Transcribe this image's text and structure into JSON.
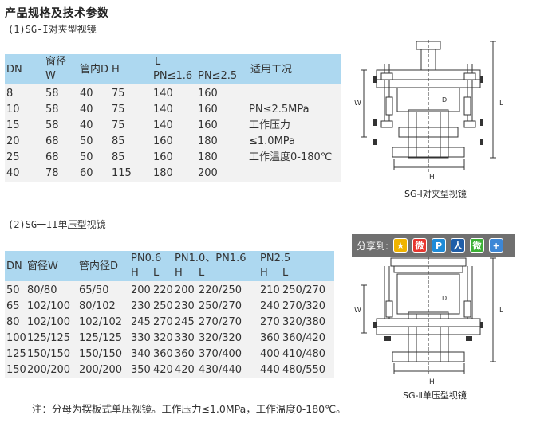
{
  "heading": "产品规格及技术参数",
  "section1": {
    "title": "(1)SG-I对夹型视镜",
    "header": {
      "dn": "DN",
      "window_diam_1": "窗径",
      "window_diam_2": "W",
      "inner_diam": "管内D",
      "h": "H",
      "l": "L",
      "pn16": "PN≤1.6",
      "pn25": "PN≤2.5",
      "condition": "适用工况"
    },
    "rows": [
      {
        "dn": "8",
        "w": "58",
        "d": "40",
        "h": "75",
        "l16": "140",
        "l25": "160",
        "cond": ""
      },
      {
        "dn": "10",
        "w": "58",
        "d": "40",
        "h": "75",
        "l16": "140",
        "l25": "160",
        "cond": "PN≤2.5MPa"
      },
      {
        "dn": "15",
        "w": "58",
        "d": "40",
        "h": "75",
        "l16": "140",
        "l25": "160",
        "cond": "工作压力"
      },
      {
        "dn": "20",
        "w": "68",
        "d": "50",
        "h": "85",
        "l16": "160",
        "l25": "180",
        "cond": "≤1.0MPa"
      },
      {
        "dn": "25",
        "w": "68",
        "d": "50",
        "h": "85",
        "l16": "160",
        "l25": "180",
        "cond": "工作温度0-180℃"
      },
      {
        "dn": "40",
        "w": "78",
        "d": "60",
        "h": "115",
        "l16": "180",
        "l25": "200",
        "cond": ""
      }
    ]
  },
  "section2": {
    "title": "(2)SG一II单压型视镜",
    "header": {
      "dn": "DN",
      "window_diam": "窗径W",
      "inner_diam": "管内径D",
      "pn06": "PN0.6",
      "pn10_16": "PN1.0、PN1.6",
      "pn25": "PN2.5",
      "h": "H",
      "l": "L"
    },
    "rows": [
      {
        "dn": "50",
        "w": "80/80",
        "d": "65/50",
        "h06": "200",
        "l06": "220",
        "h10": "200",
        "l10": "220/250",
        "h25": "210",
        "l25": "250/270"
      },
      {
        "dn": "65",
        "w": "102/100",
        "d": "80/102",
        "h06": "230",
        "l06": "250",
        "h10": "230",
        "l10": "250/270",
        "h25": "240",
        "l25": "270/320"
      },
      {
        "dn": "80",
        "w": "102/100",
        "d": "102/102",
        "h06": "245",
        "l06": "270",
        "h10": "245",
        "l10": "270/270",
        "h25": "270",
        "l25": "320/380"
      },
      {
        "dn": "100",
        "w": "125/125",
        "d": "125/125",
        "h06": "330",
        "l06": "320",
        "h10": "330",
        "l10": "320/320",
        "h25": "360",
        "l25": "360/420"
      },
      {
        "dn": "125",
        "w": "150/150",
        "d": "150/150",
        "h06": "340",
        "l06": "360",
        "h10": "360",
        "l10": "370/400",
        "h25": "400",
        "l25": "410/480"
      },
      {
        "dn": "150",
        "w": "200/200",
        "d": "200/200",
        "h06": "350",
        "l06": "420",
        "h10": "420",
        "l10": "430/440",
        "h25": "440",
        "l25": "480/550"
      }
    ]
  },
  "note": "注：分母为摆板式单压视镜。工作压力≤1.0MPa，工作温度0-180℃。",
  "diagram1": {
    "caption": "SG-Ⅰ对夹型视镜",
    "labels": {
      "w": "W",
      "l": "L",
      "h": "H",
      "d": "D"
    }
  },
  "diagram2": {
    "caption": "SG-Ⅱ单压型视镜",
    "labels": {
      "w": "W",
      "l": "L",
      "h": "H",
      "d": "D"
    }
  },
  "share": {
    "label": "分享到:",
    "icons": [
      {
        "name": "qzone-icon",
        "color": "#f0b400",
        "glyph": "★"
      },
      {
        "name": "weibo-icon",
        "color": "#e8362f",
        "glyph": "微"
      },
      {
        "name": "tencent-weibo-icon",
        "color": "#1e8bd8",
        "glyph": "P"
      },
      {
        "name": "renren-icon",
        "color": "#1f5ea8",
        "glyph": "人"
      },
      {
        "name": "wechat-icon",
        "color": "#3cb035",
        "glyph": "微"
      },
      {
        "name": "more-icon",
        "color": "#3d87d6",
        "glyph": "+"
      }
    ]
  }
}
